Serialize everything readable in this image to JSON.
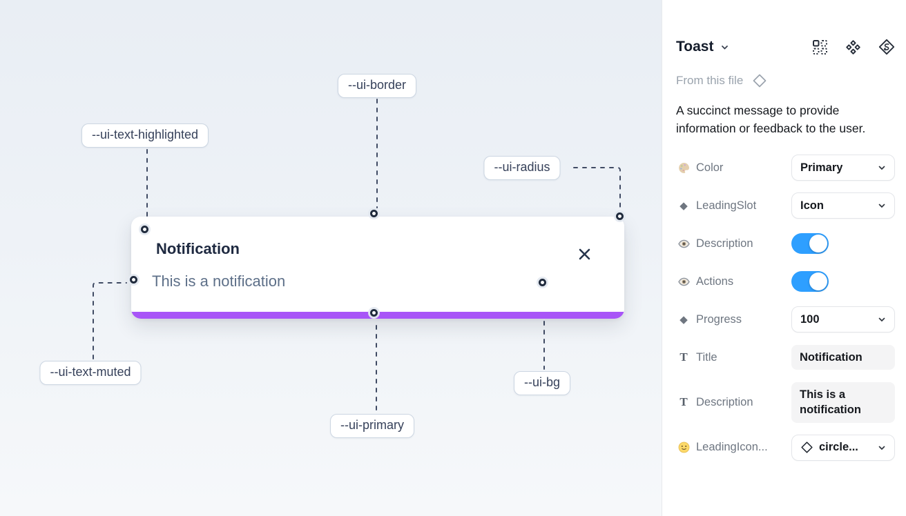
{
  "canvas": {
    "toast": {
      "title": "Notification",
      "description": "This is a notification"
    },
    "annotations": [
      {
        "label": "--ui-border"
      },
      {
        "label": "--ui-text-highlighted"
      },
      {
        "label": "--ui-radius"
      },
      {
        "label": "--ui-text-muted"
      },
      {
        "label": "--ui-primary"
      },
      {
        "label": "--ui-bg"
      }
    ],
    "colors": {
      "primary_bar": "#a855f7",
      "canvas_background": "#edf1f6",
      "dashed_line": "#3f4a63"
    }
  },
  "panel": {
    "title": "Toast",
    "header_icons": [
      "variants-icon",
      "component-icon",
      "s-diamond-icon"
    ],
    "source_label": "From this file",
    "description": "A succinct message to provide information or feedback to the user.",
    "toggle_color": "#2e9fff",
    "properties": [
      {
        "icon": "palette-icon",
        "label": "Color",
        "control": "select",
        "value": "Primary"
      },
      {
        "icon": "diamond-icon",
        "label": "LeadingSlot",
        "control": "select",
        "value": "Icon"
      },
      {
        "icon": "eye-icon",
        "label": "Description",
        "control": "toggle",
        "state": "on"
      },
      {
        "icon": "eye-icon",
        "label": "Actions",
        "control": "toggle",
        "state": "on"
      },
      {
        "icon": "diamond-icon",
        "label": "Progress",
        "control": "select",
        "value": "100"
      },
      {
        "icon": "text-icon",
        "label": "Title",
        "control": "text-field",
        "value": "Notification"
      },
      {
        "icon": "text-icon",
        "label": "Description",
        "control": "text-field",
        "value": "This is a notification"
      },
      {
        "icon": "smiley-icon",
        "label": "LeadingIcon...",
        "control": "select-icon",
        "value": "circle..."
      }
    ]
  }
}
